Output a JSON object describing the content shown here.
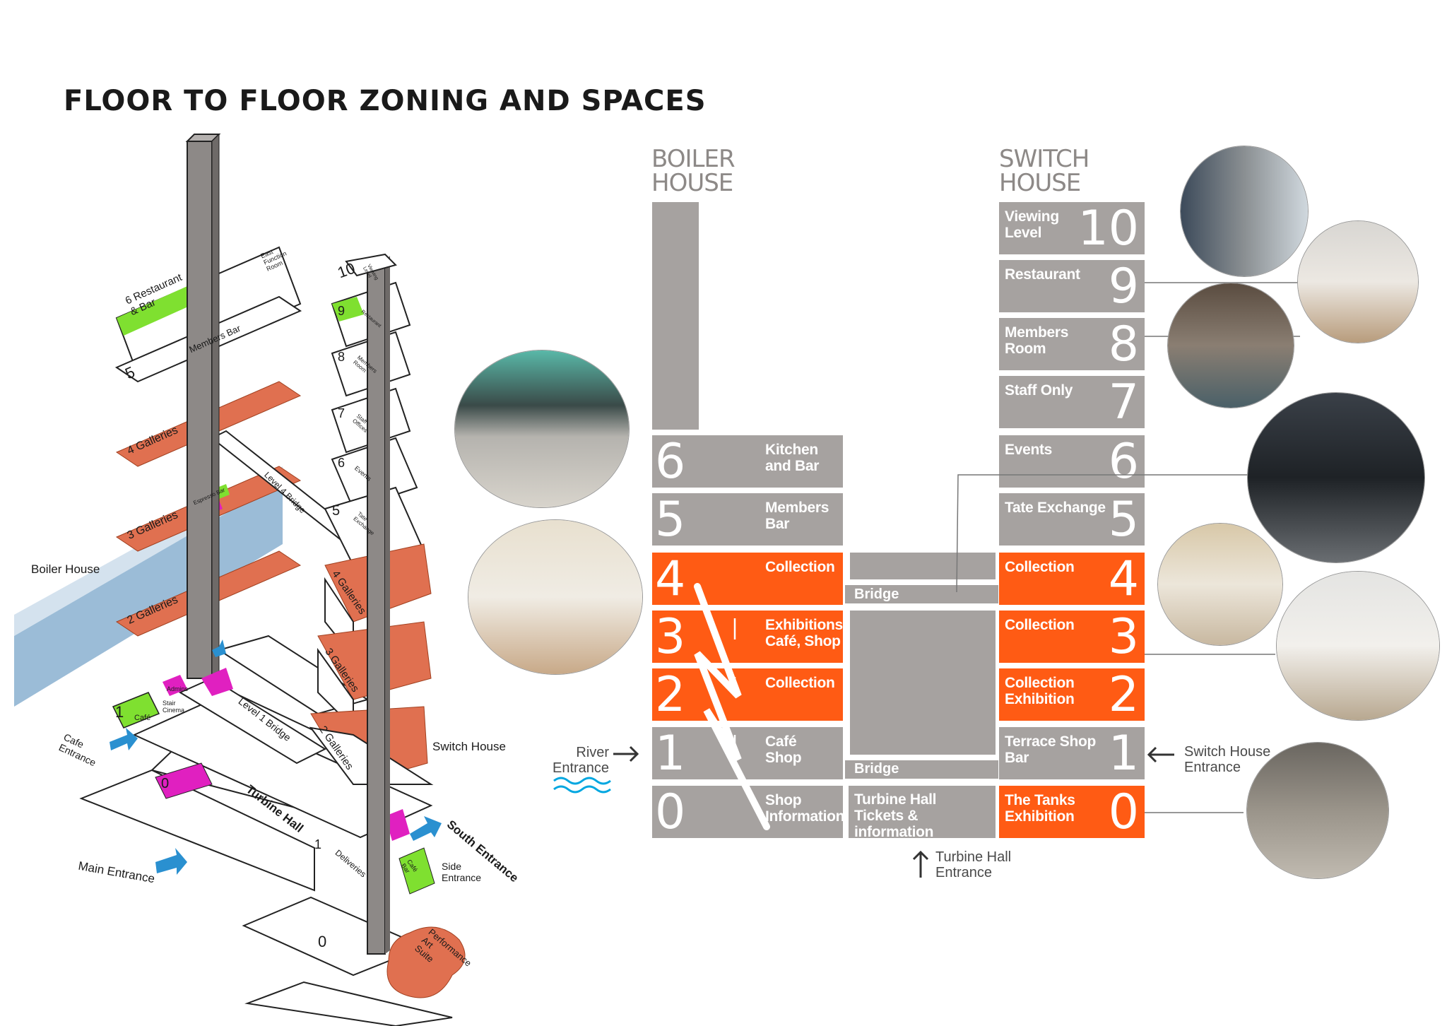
{
  "title": "FLOOR TO FLOOR ZONING AND SPACES",
  "iso": {
    "boiler_house_label": "Boiler House",
    "switch_house_label": "Switch House",
    "river_entrance": "River Entrance",
    "cafe_entrance": "Cafe\nEntrance",
    "main_entrance": "Main Entrance",
    "south_entrance": "South Entrance",
    "side_entrance": "Side\nEntrance",
    "turbine_hall": "Turbine Hall",
    "level1_bridge": "Level 1 Bridge",
    "level4_bridge": "Level 4 Bridge",
    "performance": "Performance\nArt\nSuite",
    "left_levels": {
      "l6": "6  Restaurant\n    & Bar",
      "l6b": "East\nFunction\nRoom",
      "l5": "5",
      "l5b": "Members Bar",
      "l4": "4  Galleries",
      "l3": "3  Galleries",
      "l3b": "Espresso Bar",
      "l2": "2  Galleries",
      "l1": "1",
      "l1a": "Café",
      "l1b": "Stair\nCinema",
      "l1c": "Admins",
      "l0": "0"
    },
    "right_levels": {
      "r10": "10",
      "r10b": "Viewing\nLevel",
      "r9": "9",
      "r9b": "Restaurant",
      "r8": "8",
      "r8b": "Members\nRoom",
      "r7": "7",
      "r7b": "Staff\nOffices",
      "r6": "6",
      "r6b": "Events",
      "r5": "5",
      "r5b": "Tate\nExchange",
      "r4": "4  Galleries",
      "r3": "3  Galleries",
      "r2": "2  Galleries",
      "r1": "1",
      "r1b": "Deliveries",
      "r1c": "Café\nBar",
      "r0": "0"
    }
  },
  "section": {
    "boiler_house": "BOILER\nHOUSE",
    "switch_house": "SWITCH\nHOUSE",
    "boiler_floors": [
      {
        "num": "6",
        "text": "Kitchen\nand Bar",
        "color": "#a6a2a0"
      },
      {
        "num": "5",
        "text": "Members\nBar",
        "color": "#a6a2a0"
      },
      {
        "num": "4",
        "text": "Collection",
        "color": "#ff5b14"
      },
      {
        "num": "3",
        "text": "Exhibitions\nCafé, Shop",
        "color": "#ff5b14"
      },
      {
        "num": "2",
        "text": "Collection",
        "color": "#ff5b14"
      },
      {
        "num": "1",
        "text": "Café\nShop",
        "color": "#a6a2a0"
      },
      {
        "num": "0",
        "text": "Shop\nInformation",
        "color": "#a6a2a0"
      }
    ],
    "switch_floors": [
      {
        "num": "10",
        "text": "Viewing\nLevel",
        "color": "#a6a2a0"
      },
      {
        "num": "9",
        "text": "Restaurant",
        "color": "#a6a2a0"
      },
      {
        "num": "8",
        "text": "Members\nRoom",
        "color": "#a6a2a0"
      },
      {
        "num": "7",
        "text": "Staff Only",
        "color": "#a6a2a0"
      },
      {
        "num": "6",
        "text": "Events",
        "color": "#a6a2a0"
      },
      {
        "num": "5",
        "text": "Tate Exchange",
        "color": "#a6a2a0"
      },
      {
        "num": "4",
        "text": "Collection",
        "color": "#ff5b14"
      },
      {
        "num": "3",
        "text": "Collection",
        "color": "#ff5b14"
      },
      {
        "num": "2",
        "text": "Collection\nExhibition",
        "color": "#ff5b14"
      },
      {
        "num": "1",
        "text": "Terrace Shop\nBar",
        "color": "#a6a2a0"
      },
      {
        "num": "0",
        "text": "The Tanks\nExhibition",
        "color": "#ff5b14"
      }
    ],
    "turbine_hall_block": "Turbine Hall\nTickets & information",
    "bridge_upper": "Bridge",
    "bridge_lower": "Bridge",
    "river_entrance": "River\nEntrance",
    "switch_house_entrance": "Switch House\nEntrance",
    "turbine_hall_entrance": "Turbine Hall\nEntrance"
  },
  "colors": {
    "grey": "#a6a2a0",
    "orange": "#ff5b14",
    "iso_orange": "#e07050",
    "iso_green": "#7fe030",
    "iso_magenta": "#e020c0",
    "river_blue": "#8ab0d0",
    "arrow_blue": "#2a90d0"
  },
  "icons": [
    "arrow-right-icon",
    "arrow-left-icon",
    "arrow-up-icon",
    "water-waves-icon",
    "escalator-arrows-icon"
  ]
}
